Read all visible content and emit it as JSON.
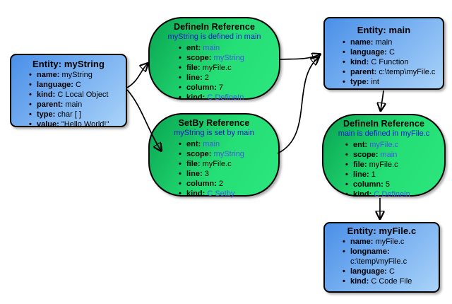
{
  "diagram": {
    "colors": {
      "entity_gradient_start": "#4a8fe8",
      "entity_gradient_end": "#a9d3f9",
      "reference_gradient_start": "#0aa551",
      "reference_gradient_mid": "#24df75",
      "reference_gradient_end": "#2ce57e",
      "node_border": "#000000",
      "subtitle_text": "#1414d2",
      "linked_value_text": "#4355e6",
      "edge_color": "#000000",
      "background": "#ffffff"
    },
    "nodes": [
      {
        "id": "entity-mystring",
        "node_type": "entity",
        "title": "Entity: myString",
        "fields": [
          {
            "label": "name:",
            "value": "myString"
          },
          {
            "label": "language:",
            "value": "C"
          },
          {
            "label": "kind:",
            "value": "C Local Object"
          },
          {
            "label": "parent:",
            "value": "main"
          },
          {
            "label": "type:",
            "value": "char [ ]"
          },
          {
            "label": "value:",
            "value": "\"Hello World!\""
          }
        ]
      },
      {
        "id": "ref-definein-mystring",
        "node_type": "reference",
        "title": "DefineIn Reference",
        "subtitle": "myString is defined in main",
        "fields": [
          {
            "label": "ent:",
            "value": "main",
            "blue": true
          },
          {
            "label": "scope:",
            "value": "myString",
            "blue": true
          },
          {
            "label": "file:",
            "value": "myFile.c"
          },
          {
            "label": "line:",
            "value": "2"
          },
          {
            "label": "column:",
            "value": "7"
          },
          {
            "label": "kind:",
            "value": "C DefineIn",
            "blue": true
          }
        ]
      },
      {
        "id": "ref-setby-mystring",
        "node_type": "reference",
        "title": "SetBy Reference",
        "subtitle": "myString is set by main",
        "fields": [
          {
            "label": "ent:",
            "value": "main",
            "blue": true
          },
          {
            "label": "scope:",
            "value": "myString",
            "blue": true
          },
          {
            "label": "file:",
            "value": "myFile.c"
          },
          {
            "label": "line:",
            "value": "3"
          },
          {
            "label": "column:",
            "value": "2"
          },
          {
            "label": "kind:",
            "value": "C Setby",
            "blue": true
          }
        ]
      },
      {
        "id": "entity-main",
        "node_type": "entity",
        "title": "Entity: main",
        "fields": [
          {
            "label": "name:",
            "value": "main"
          },
          {
            "label": "language:",
            "value": "C"
          },
          {
            "label": "kind:",
            "value": "C Function"
          },
          {
            "label": "parent:",
            "value": "c:\\temp\\myFile.c"
          },
          {
            "label": "type:",
            "value": "int"
          }
        ]
      },
      {
        "id": "ref-definein-main",
        "node_type": "reference",
        "title": "DefineIn Reference",
        "subtitle": "main is defined in myFile.c",
        "fields": [
          {
            "label": "ent:",
            "value": "myFile.c",
            "blue": true
          },
          {
            "label": "scope:",
            "value": "main",
            "blue": true
          },
          {
            "label": "file:",
            "value": "myFile.c"
          },
          {
            "label": "line:",
            "value": "1"
          },
          {
            "label": "column:",
            "value": "5"
          },
          {
            "label": "kind:",
            "value": "C Definein",
            "blue": true
          }
        ]
      },
      {
        "id": "entity-myfile",
        "node_type": "entity",
        "title": "Entity: myFile.c",
        "fields": [
          {
            "label": "name:",
            "value": "myFile.c"
          },
          {
            "label": "longname:",
            "value": "",
            "wrap": "c:\\temp\\myFile.c"
          },
          {
            "label": "language:",
            "value": "C"
          },
          {
            "label": "kind:",
            "value": "C Code File"
          }
        ]
      }
    ],
    "edges": [
      {
        "from": "entity-mystring",
        "to": "ref-definein-mystring"
      },
      {
        "from": "entity-mystring",
        "to": "ref-setby-mystring"
      },
      {
        "from": "ref-definein-mystring",
        "to": "entity-main"
      },
      {
        "from": "ref-setby-mystring",
        "to": "entity-main"
      },
      {
        "from": "entity-main",
        "to": "ref-definein-main"
      },
      {
        "from": "ref-definein-main",
        "to": "entity-myfile"
      }
    ]
  }
}
